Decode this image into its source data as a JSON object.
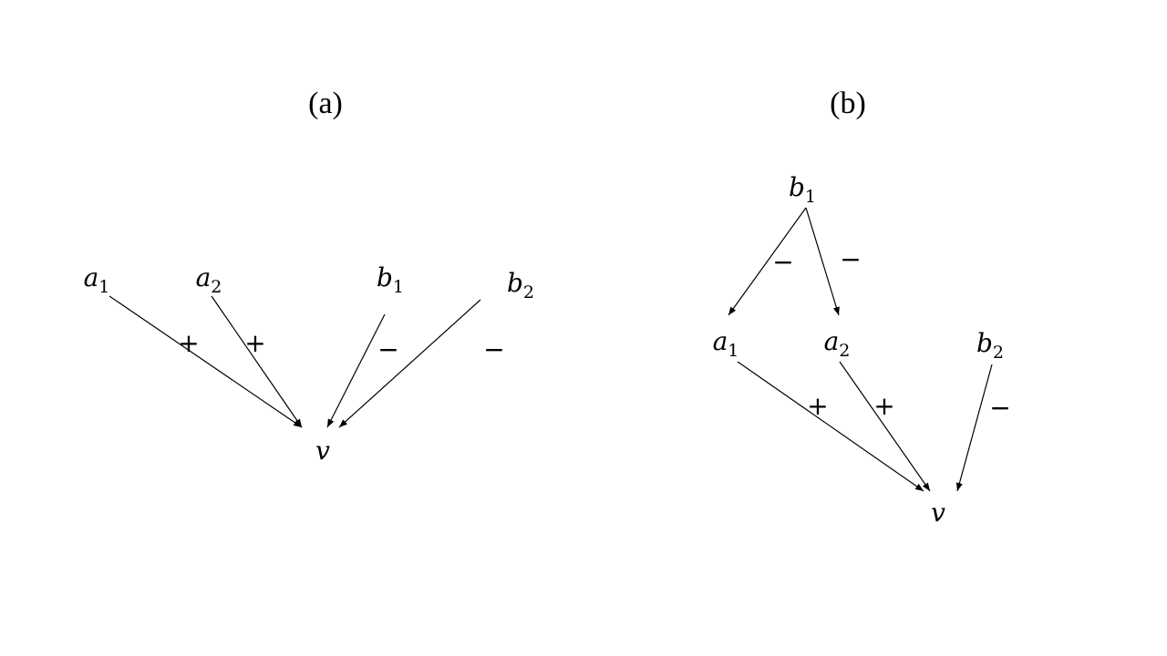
{
  "panels": [
    {
      "id": "a",
      "title": "(a)",
      "nodes": [
        {
          "id": "a1",
          "base": "a",
          "sub": "1"
        },
        {
          "id": "a2",
          "base": "a",
          "sub": "2"
        },
        {
          "id": "b1",
          "base": "b",
          "sub": "1"
        },
        {
          "id": "b2",
          "base": "b",
          "sub": "2"
        },
        {
          "id": "v",
          "base": "v",
          "sub": ""
        }
      ],
      "edges": [
        {
          "from": "a1",
          "to": "v",
          "sign": "+"
        },
        {
          "from": "a2",
          "to": "v",
          "sign": "+"
        },
        {
          "from": "b1",
          "to": "v",
          "sign": "−"
        },
        {
          "from": "b2",
          "to": "v",
          "sign": "−"
        }
      ]
    },
    {
      "id": "b",
      "title": "(b)",
      "nodes": [
        {
          "id": "b1",
          "base": "b",
          "sub": "1"
        },
        {
          "id": "a1",
          "base": "a",
          "sub": "1"
        },
        {
          "id": "a2",
          "base": "a",
          "sub": "2"
        },
        {
          "id": "b2",
          "base": "b",
          "sub": "2"
        },
        {
          "id": "v",
          "base": "v",
          "sub": ""
        }
      ],
      "edges": [
        {
          "from": "b1",
          "to": "a1",
          "sign": "−"
        },
        {
          "from": "b1",
          "to": "a2",
          "sign": "−"
        },
        {
          "from": "a1",
          "to": "v",
          "sign": "+"
        },
        {
          "from": "a2",
          "to": "v",
          "sign": "+"
        },
        {
          "from": "b2",
          "to": "v",
          "sign": "−"
        }
      ]
    }
  ]
}
